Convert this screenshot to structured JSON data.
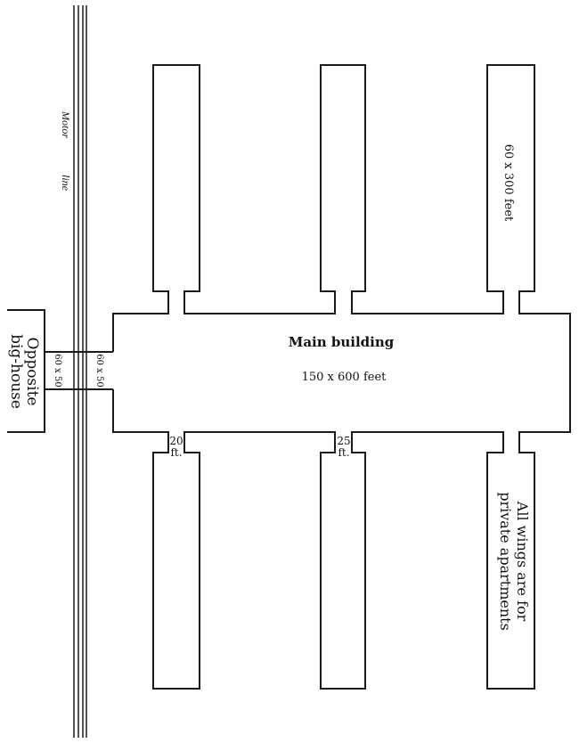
{
  "labels": {
    "motor_line_1": "Motor",
    "motor_line_2": "line",
    "main_building": "Main building",
    "main_dimensions": "150 x 600 feet",
    "wing_dimensions": "60 x 300 feet",
    "connector_1": "60 x 50",
    "connector_2": "60 x 50",
    "opposite_1": "Opposite",
    "opposite_2": "big-house",
    "gap_20_a": "20",
    "gap_20_b": "ft.",
    "gap_25_a": "25",
    "gap_25_b": "ft.",
    "wings_note_1": "All wings are for",
    "wings_note_2": "private apartments"
  }
}
